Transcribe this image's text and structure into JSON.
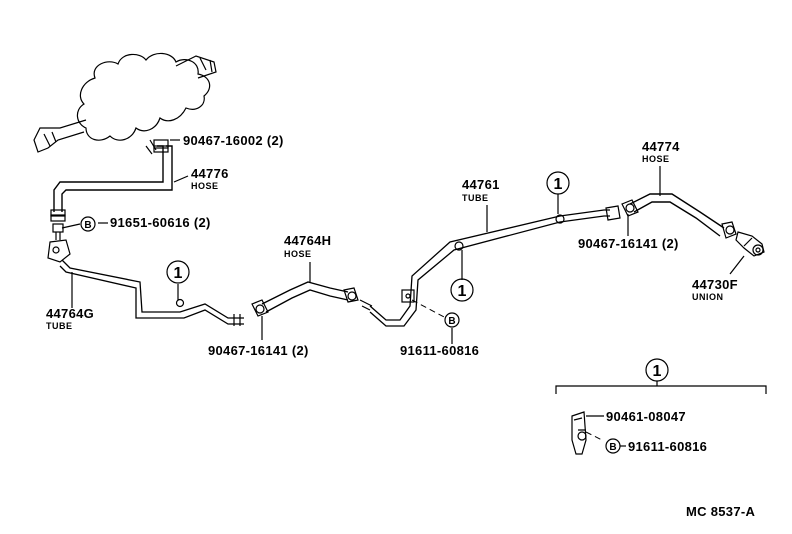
{
  "parts": {
    "p1": "90467-16002 (2)",
    "p2": "44776",
    "p2_type": "HOSE",
    "p3": "91651-60616 (2)",
    "p4": "44764G",
    "p4_type": "TUBE",
    "p5": "44764H",
    "p5_type": "HOSE",
    "p6": "90467-16141 (2)",
    "p7": "91611-60816",
    "p8": "44761",
    "p8_type": "TUBE",
    "p9": "44774",
    "p9_type": "HOSE",
    "p10": "90467-16141 (2)",
    "p11": "44730F",
    "p11_type": "UNION",
    "p12": "90461-08047",
    "p13": "91611-60816"
  },
  "callouts": {
    "clamp_ref": "1",
    "bolt_ref": "B"
  },
  "diagram_code": "MC 8537-A"
}
